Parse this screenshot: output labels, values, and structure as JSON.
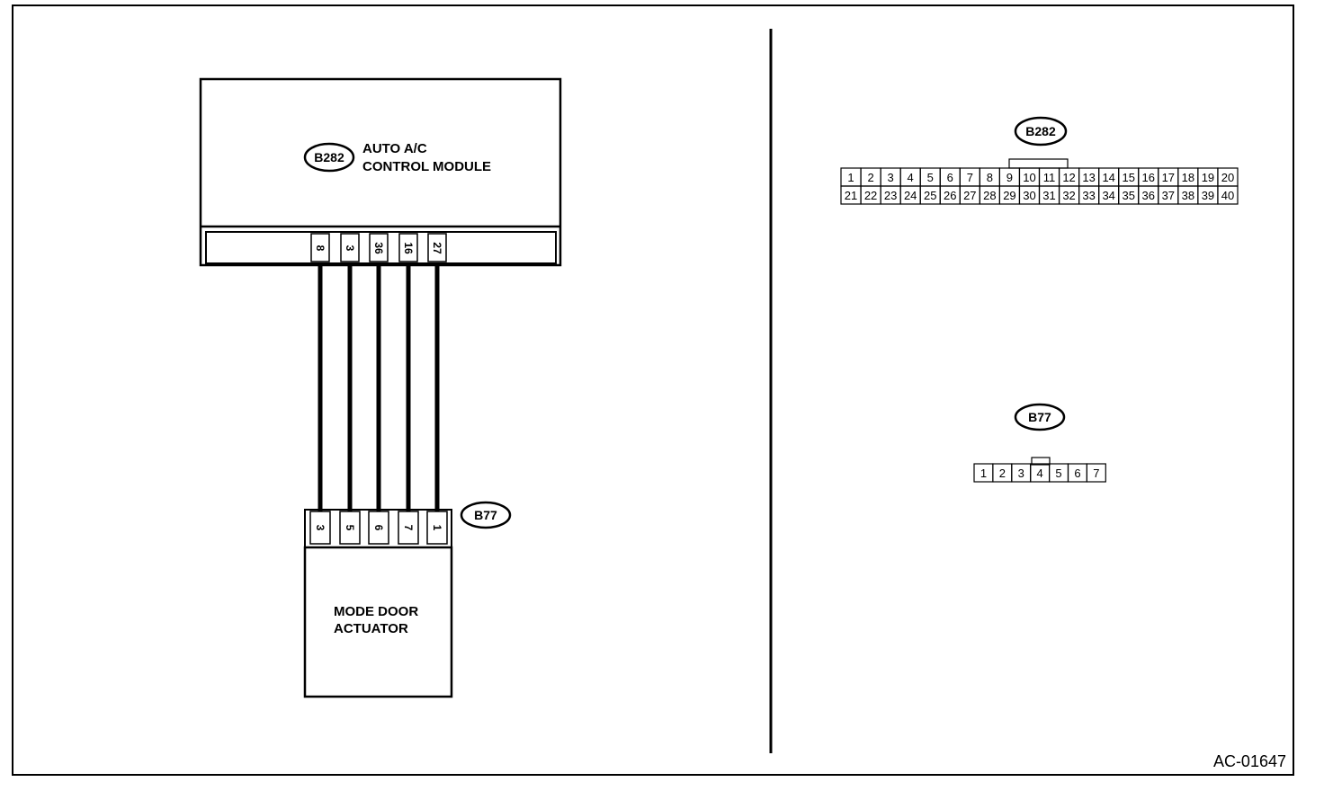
{
  "diagram": {
    "figure_id": "AC-01647",
    "control_module": {
      "connector": "B282",
      "name_line1": "AUTO A/C",
      "name_line2": "CONTROL MODULE",
      "terminals": [
        "8",
        "3",
        "36",
        "16",
        "27"
      ]
    },
    "actuator": {
      "connector": "B77",
      "name_line1": "MODE DOOR",
      "name_line2": "ACTUATOR",
      "terminals": [
        "3",
        "5",
        "6",
        "7",
        "1"
      ]
    },
    "connector_views": [
      {
        "id": "B282",
        "rows": [
          [
            "1",
            "2",
            "3",
            "4",
            "5",
            "6",
            "7",
            "8",
            "9",
            "10",
            "11",
            "12",
            "13",
            "14",
            "15",
            "16",
            "17",
            "18",
            "19",
            "20"
          ],
          [
            "21",
            "22",
            "23",
            "24",
            "25",
            "26",
            "27",
            "28",
            "29",
            "30",
            "31",
            "32",
            "33",
            "34",
            "35",
            "36",
            "37",
            "38",
            "39",
            "40"
          ]
        ]
      },
      {
        "id": "B77",
        "rows": [
          [
            "1",
            "2",
            "3",
            "4",
            "5",
            "6",
            "7"
          ]
        ]
      }
    ]
  }
}
